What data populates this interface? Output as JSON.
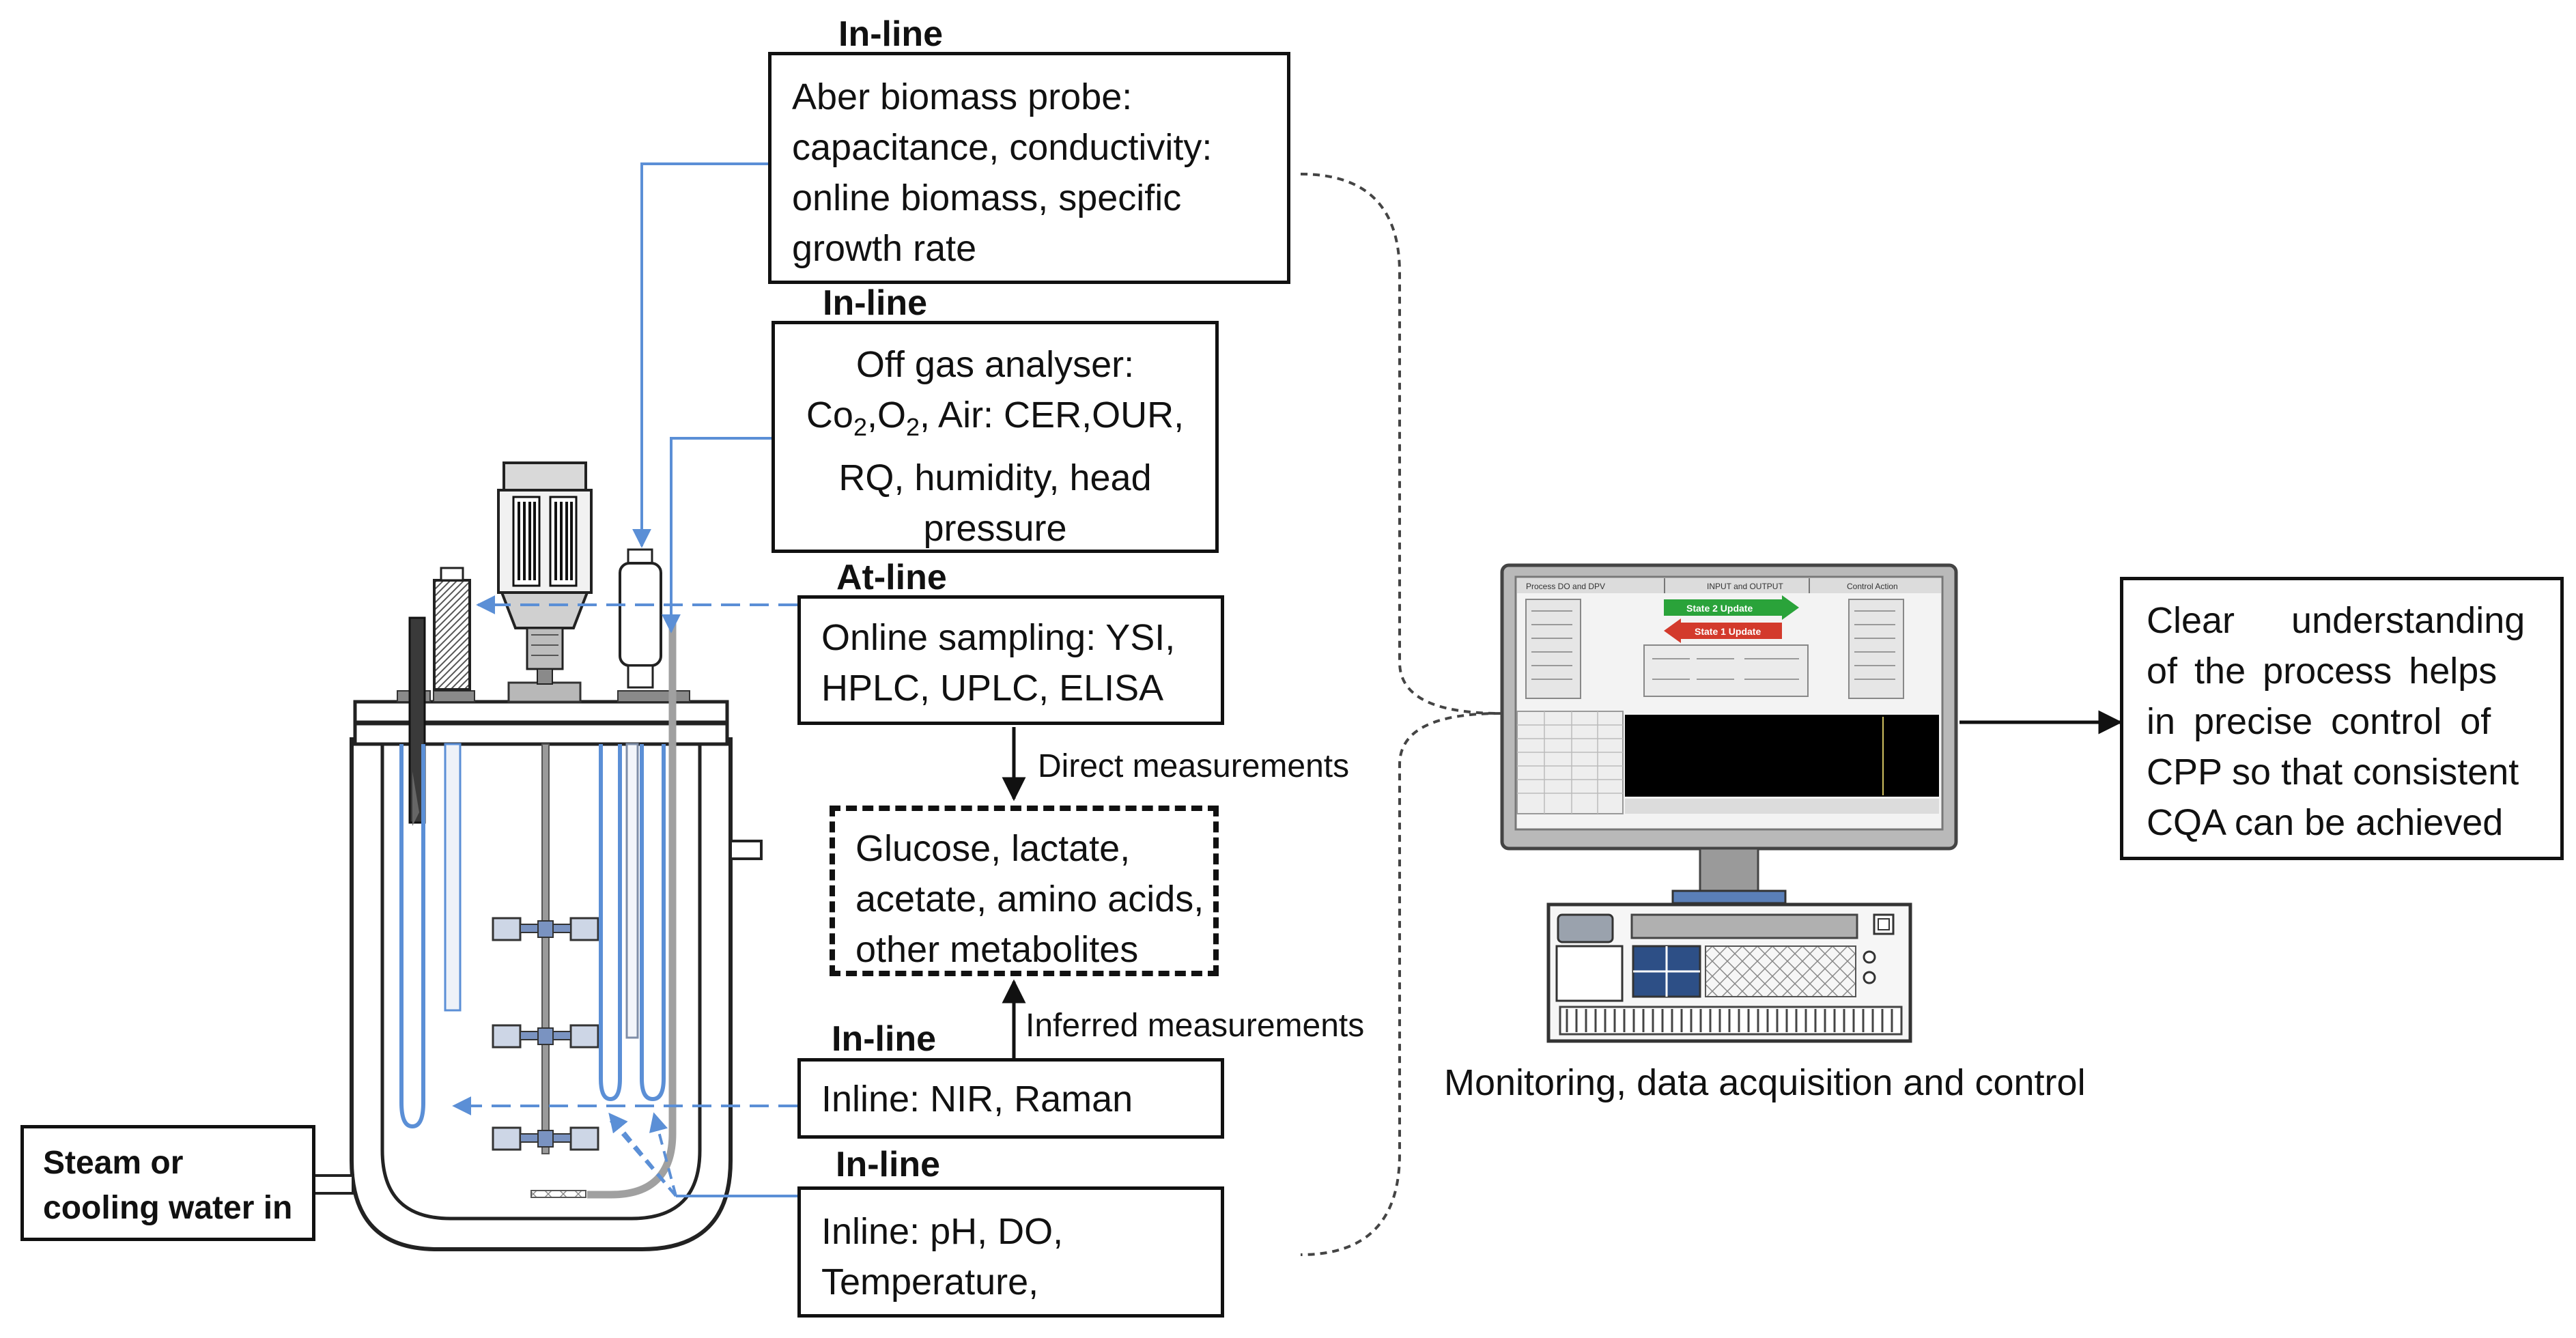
{
  "nodes": {
    "biomass": {
      "stage": "In-line",
      "lines": [
        "Aber biomass probe:",
        "capacitance, conductivity:",
        "online biomass, specific",
        "growth rate"
      ]
    },
    "offgas": {
      "stage": "In-line",
      "line1": "Off gas analyser:",
      "line2_pre": "Co",
      "line2_sub1": "2",
      "line2_mid": ",O",
      "line2_sub2": "2",
      "line2_post": ", Air: CER,OUR,",
      "line3": "RQ, humidity, head",
      "line4": "pressure"
    },
    "sampling": {
      "stage": "At-line",
      "lines": [
        "Online sampling: YSI,",
        "HPLC, UPLC, ELISA"
      ]
    },
    "metabolites": {
      "lines": [
        "Glucose, lactate,",
        "acetate, amino acids,",
        "other metabolites"
      ]
    },
    "nir": {
      "stage": "In-line",
      "text": "Inline: NIR, Raman"
    },
    "ph": {
      "stage": "In-line",
      "lines": [
        "Inline: pH, DO,",
        "Temperature,"
      ]
    },
    "cqa": {
      "lines": [
        "Clear understanding",
        "of the process helps",
        "in precise control of",
        "CPP so that consistent",
        "CQA can be achieved"
      ]
    },
    "steam": {
      "lines": [
        "Steam or",
        "cooling water in"
      ]
    }
  },
  "edges": {
    "direct": "Direct measurements",
    "inferred": "Inferred measurements"
  },
  "monitor": {
    "caption": "Monitoring, data acquisition and control",
    "header_tabs": [
      "Process DO and DPV",
      "INPUT and OUTPUT",
      "Control Action"
    ],
    "state_2": "State 2 Update",
    "state_1": "State 1 Update"
  },
  "colors": {
    "probe_line": "#5b8fd6",
    "arrow_green": "#2aa33a",
    "arrow_red": "#d33a2c",
    "screen_dark": "#000000",
    "metal": "#a8a8a8"
  }
}
